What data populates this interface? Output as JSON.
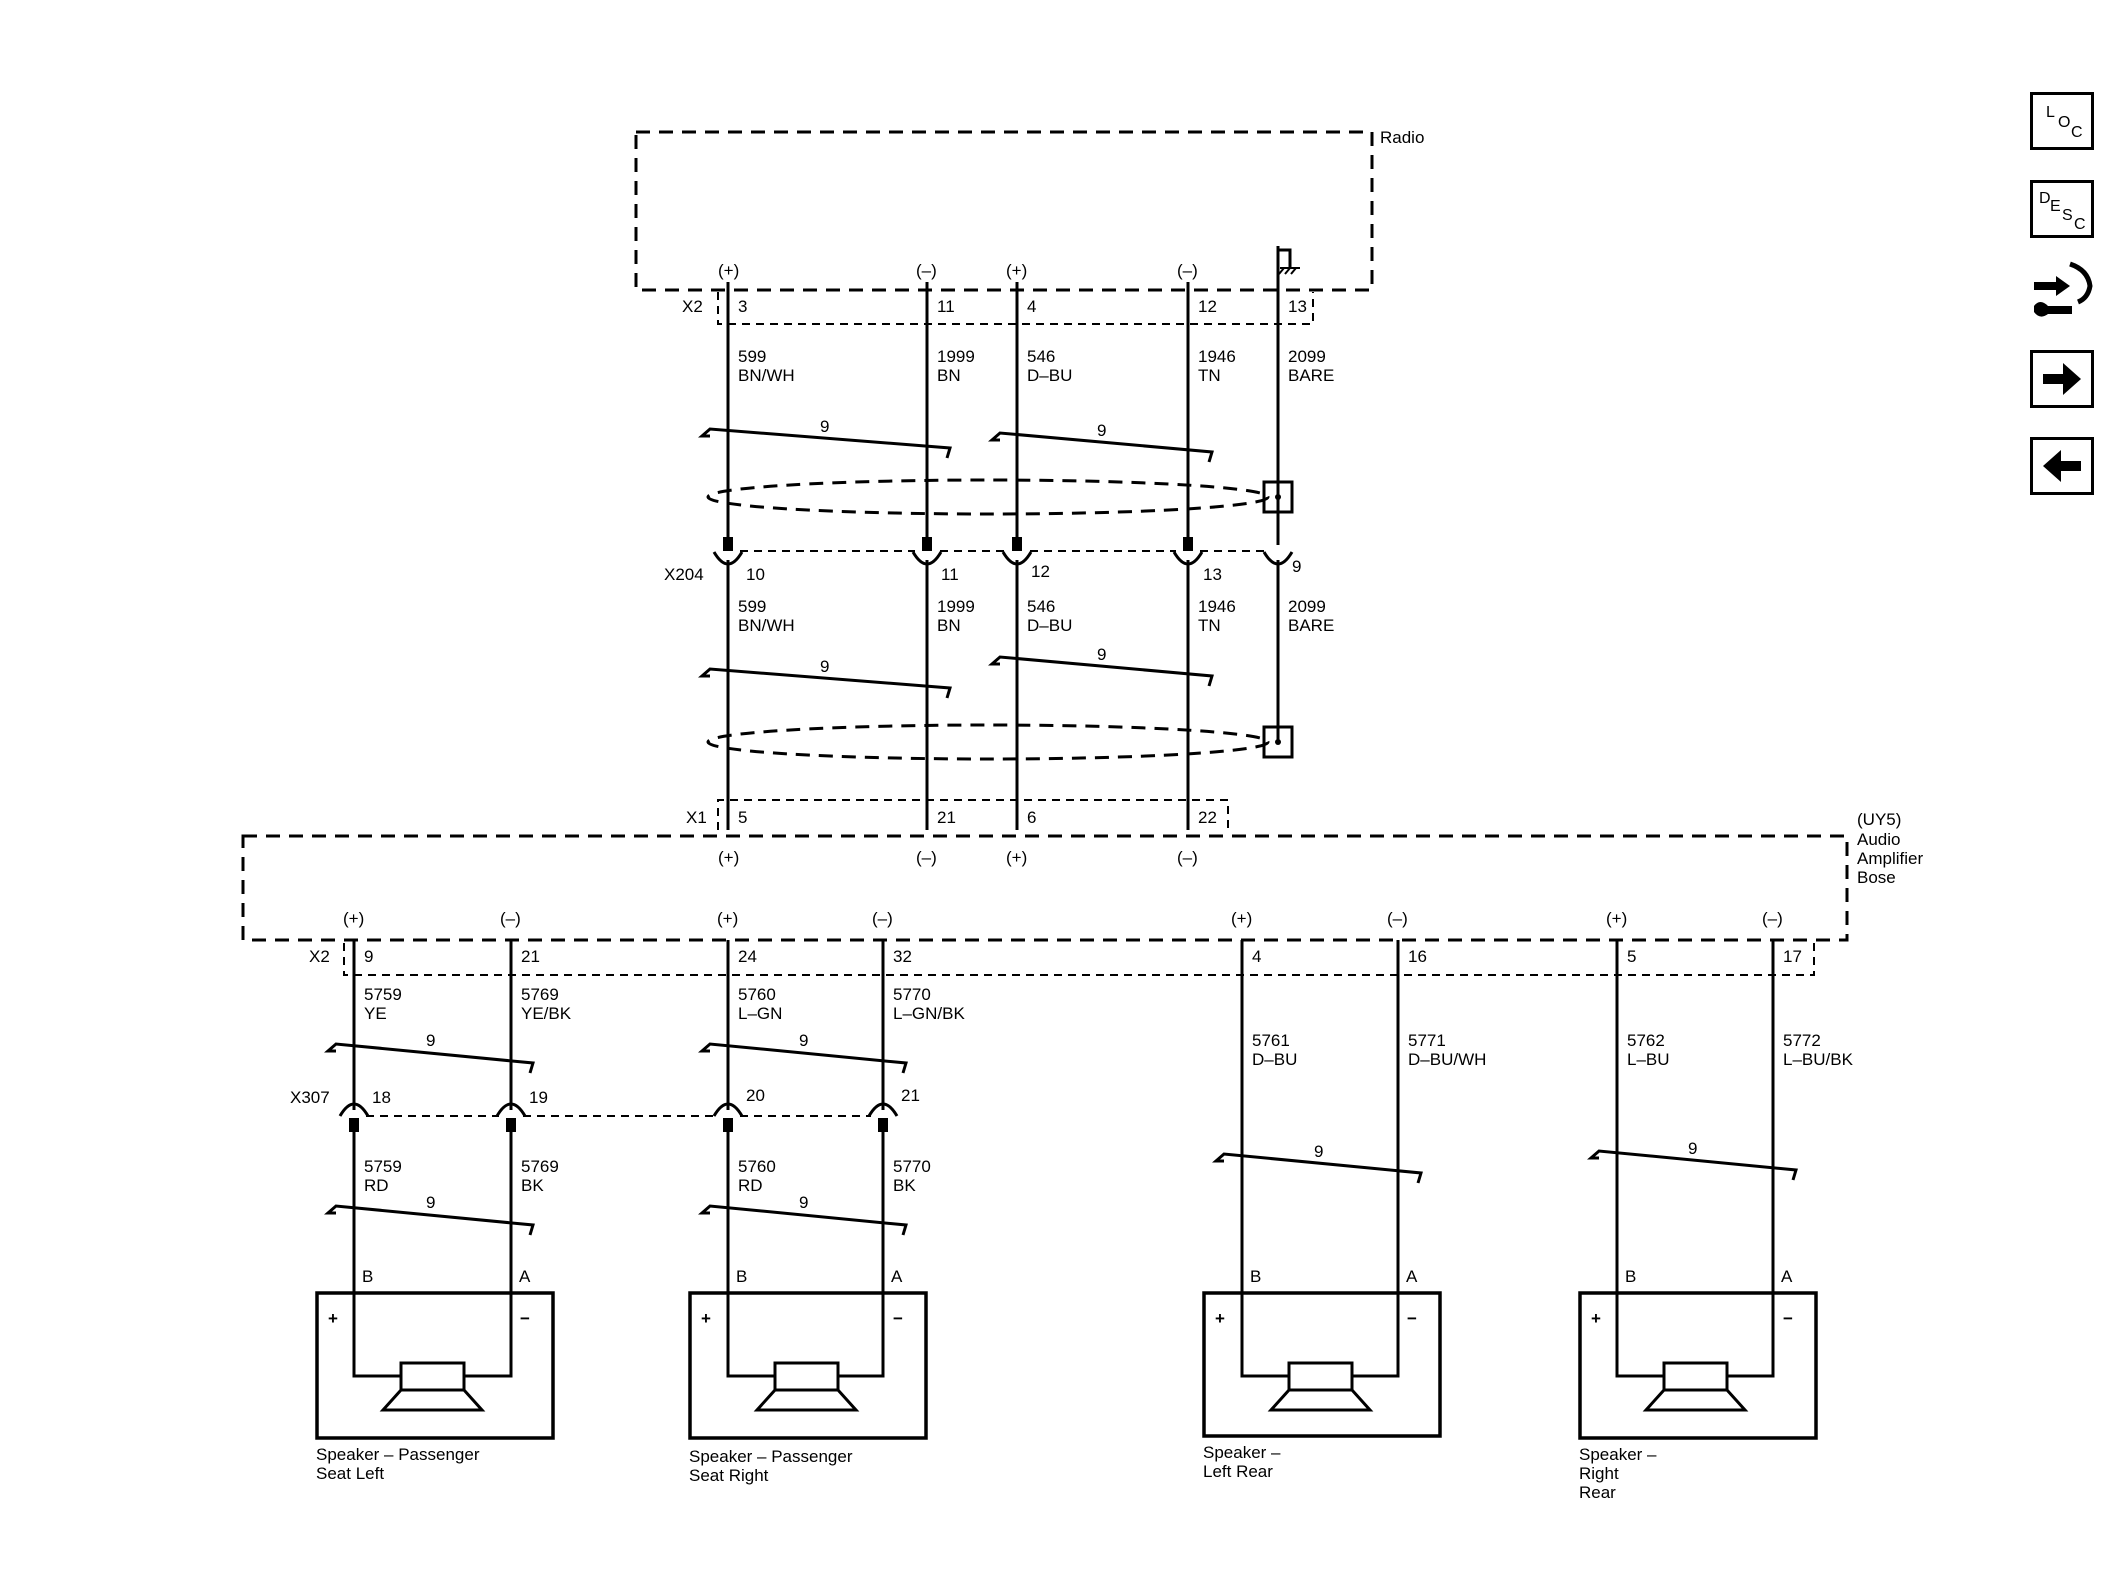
{
  "nav": {
    "loc": {
      "l1": "L",
      "l2": "O",
      "l3": "C"
    },
    "desc": {
      "l1": "D",
      "l2": "E",
      "l3": "S",
      "l4": "C"
    }
  },
  "radio": {
    "name": "Radio",
    "connector": "X2"
  },
  "amplifier": {
    "option": "(UY5)",
    "line1": "Audio",
    "line2": "Amplifier",
    "line3": "Bose",
    "connector_in": "X1",
    "connector_out": "X2"
  },
  "inline_x204": "X204",
  "inline_x307": "X307",
  "twist": "9",
  "top_circuits": [
    {
      "polarity": "(+)",
      "pin": "3",
      "circuit": "599",
      "color": "BN/WH",
      "x204_pin": "10",
      "circuit2": "599",
      "color2": "BN/WH",
      "x1_pin": "5",
      "x1_polarity": "(+)"
    },
    {
      "polarity": "(–)",
      "pin": "11",
      "circuit": "1999",
      "color": "BN",
      "x204_pin": "11",
      "circuit2": "1999",
      "color2": "BN",
      "x1_pin": "21",
      "x1_polarity": "(–)"
    },
    {
      "polarity": "(+)",
      "pin": "4",
      "circuit": "546",
      "color": "D–BU",
      "x204_pin": "12",
      "circuit2": "546",
      "color2": "D–BU",
      "x1_pin": "6",
      "x1_polarity": "(+)"
    },
    {
      "polarity": "(–)",
      "pin": "12",
      "circuit": "1946",
      "color": "TN",
      "x204_pin": "13",
      "circuit2": "1946",
      "color2": "TN",
      "x1_pin": "22",
      "x1_polarity": "(–)"
    },
    {
      "pin": "13",
      "circuit": "2099",
      "color": "BARE",
      "x204_pin": "9",
      "circuit2": "2099",
      "color2": "BARE"
    }
  ],
  "outputs": [
    {
      "polarity": "(+)",
      "pin": "9",
      "circuit": "5759",
      "color": "YE",
      "x307_pin": "18",
      "circuit2": "5759",
      "color2": "RD",
      "spk_pin": "B"
    },
    {
      "polarity": "(–)",
      "pin": "21",
      "circuit": "5769",
      "color": "YE/BK",
      "x307_pin": "19",
      "circuit2": "5769",
      "color2": "BK",
      "spk_pin": "A"
    },
    {
      "polarity": "(+)",
      "pin": "24",
      "circuit": "5760",
      "color": "L–GN",
      "x307_pin": "20",
      "circuit2": "5760",
      "color2": "RD",
      "spk_pin": "B"
    },
    {
      "polarity": "(–)",
      "pin": "32",
      "circuit": "5770",
      "color": "L–GN/BK",
      "x307_pin": "21",
      "circuit2": "5770",
      "color2": "BK",
      "spk_pin": "A"
    },
    {
      "polarity": "(+)",
      "pin": "4",
      "circuit": "5761",
      "color": "D–BU",
      "spk_pin": "B"
    },
    {
      "polarity": "(–)",
      "pin": "16",
      "circuit": "5771",
      "color": "D–BU/WH",
      "spk_pin": "A"
    },
    {
      "polarity": "(+)",
      "pin": "5",
      "circuit": "5762",
      "color": "L–BU",
      "spk_pin": "B"
    },
    {
      "polarity": "(–)",
      "pin": "17",
      "circuit": "5772",
      "color": "L–BU/BK",
      "spk_pin": "A"
    }
  ],
  "speakers": [
    {
      "line1": "Speaker – Passenger",
      "line2": "Seat Left",
      "line3": ""
    },
    {
      "line1": "Speaker – Passenger",
      "line2": "Seat Right",
      "line3": ""
    },
    {
      "line1": "Speaker –",
      "line2": "Left Rear",
      "line3": ""
    },
    {
      "line1": "Speaker –",
      "line2": "Right",
      "line3": "Rear"
    }
  ],
  "speaker_plus": "+",
  "speaker_minus": "−"
}
